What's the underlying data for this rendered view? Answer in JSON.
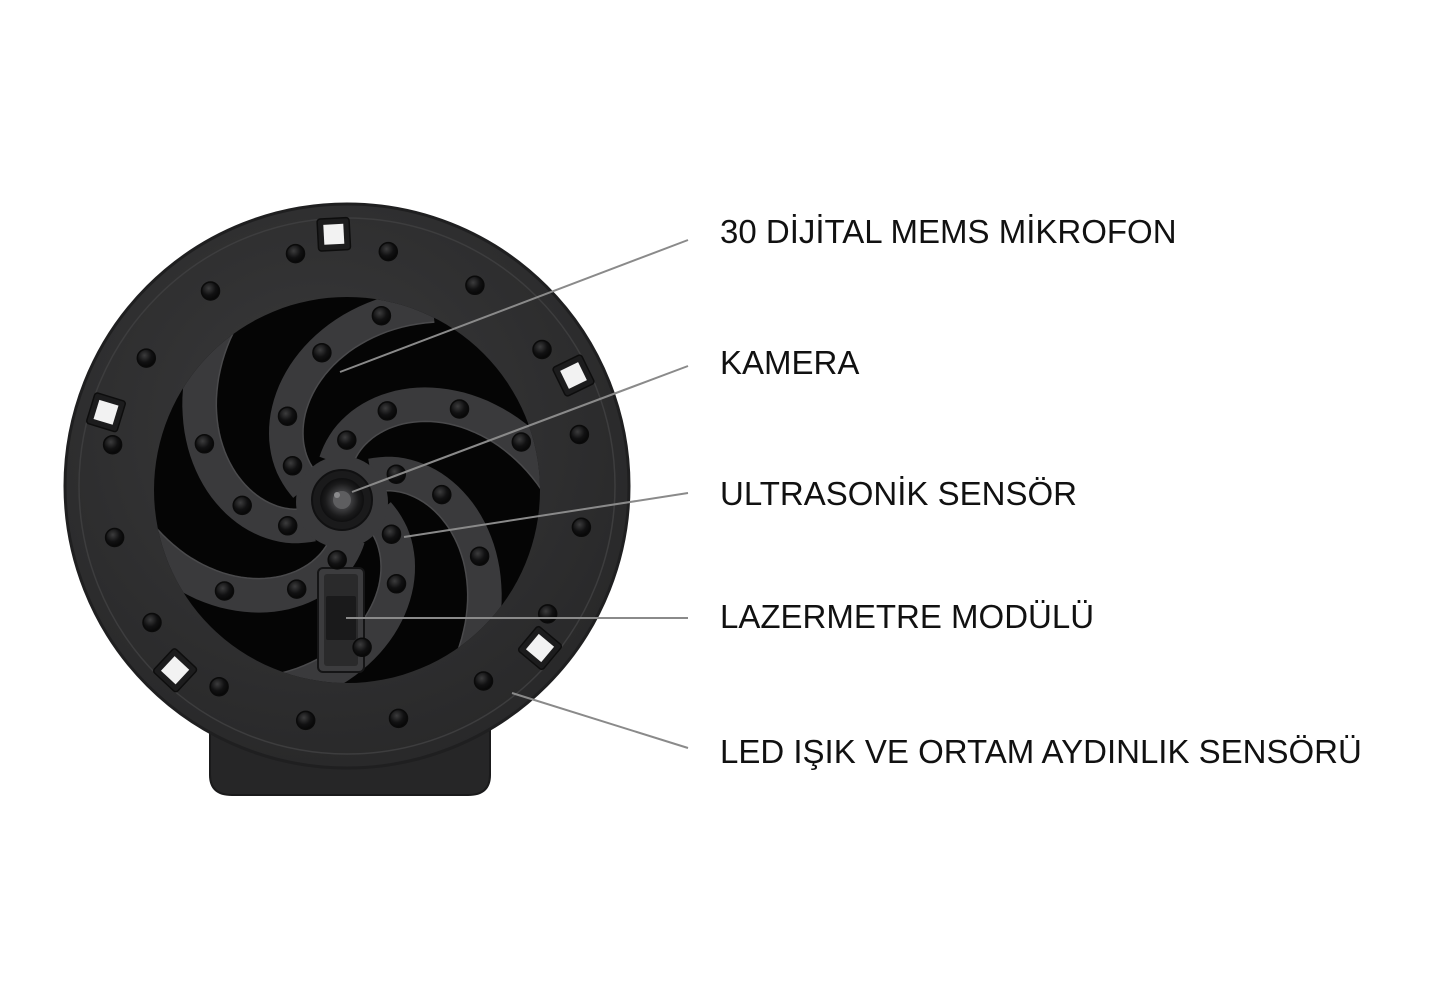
{
  "labels": [
    {
      "id": "mic",
      "text": "30 DİJİTAL MEMS MİKROFON"
    },
    {
      "id": "camera",
      "text": "KAMERA"
    },
    {
      "id": "ultrasonic",
      "text": "ULTRASONİK SENSÖR"
    },
    {
      "id": "laser",
      "text": "LAZERMETRE MODÜLÜ"
    },
    {
      "id": "led",
      "text": "LED IŞIK VE ORTAM AYDINLIK SENSÖRÜ"
    }
  ],
  "colors": {
    "body": "#2e2e2f",
    "rim_edge": "#1f1f20",
    "cavity": "#050505",
    "spiral": "#3a3a3c",
    "mic_hole": "#0c0c0c",
    "led_window": "#f2f2f2",
    "leader_line": "#8a8a8a",
    "text": "#111111"
  }
}
